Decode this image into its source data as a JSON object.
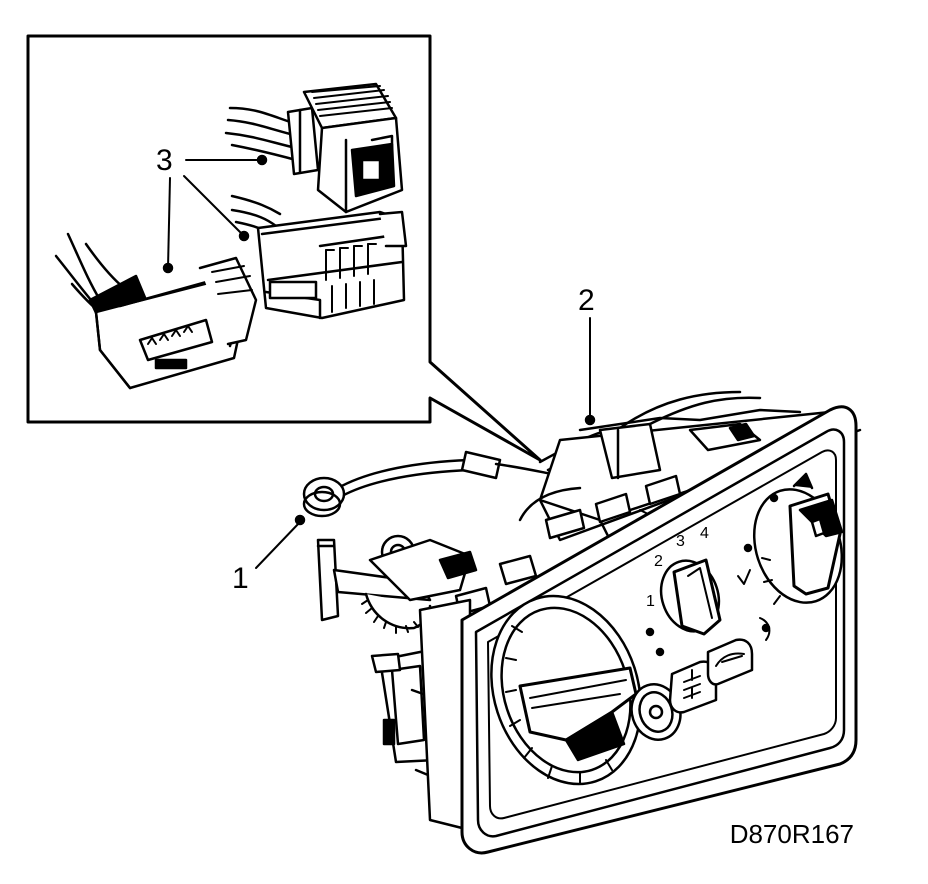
{
  "callouts": {
    "one": "1",
    "two": "2",
    "three": "3"
  },
  "figure_code": "D870R167",
  "dial_labels": {
    "fan_1": "1",
    "fan_2": "2",
    "fan_3": "3",
    "fan_4": "4"
  }
}
